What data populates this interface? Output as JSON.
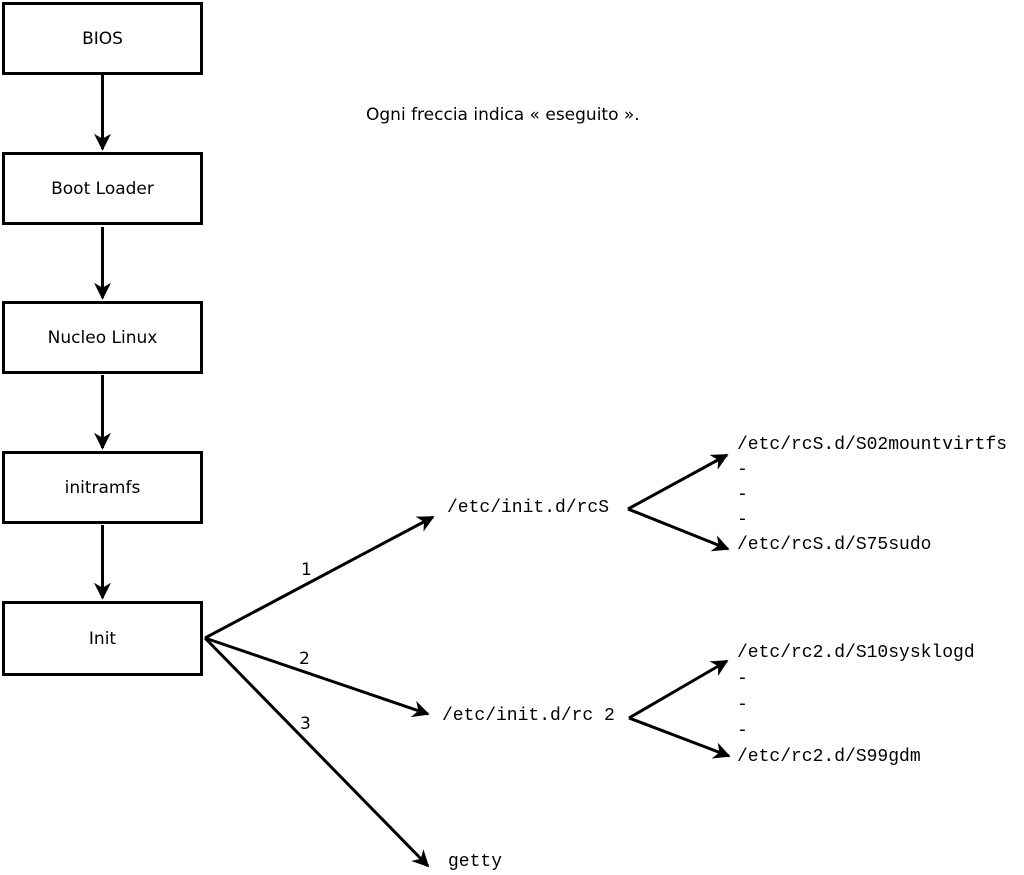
{
  "diagram": {
    "caption": "Ogni freccia indica « eseguito ».",
    "colors": {
      "ink": "#000000",
      "background": "#ffffff"
    },
    "boxes": [
      {
        "label": "BIOS"
      },
      {
        "label": "Boot Loader"
      },
      {
        "label": "Nucleo Linux"
      },
      {
        "label": "initramfs"
      },
      {
        "label": "Init"
      }
    ],
    "branches": [
      {
        "number": "1",
        "target": "/etc/init.d/rcS",
        "children": [
          "/etc/rcS.d/S02mountvirtfs",
          "-",
          "-",
          "-",
          "/etc/rcS.d/S75sudo"
        ]
      },
      {
        "number": "2",
        "target": "/etc/init.d/rc 2",
        "children": [
          "/etc/rc2.d/S10sysklogd",
          "-",
          "-",
          "-",
          "/etc/rc2.d/S99gdm"
        ]
      },
      {
        "number": "3",
        "target": "getty",
        "children": []
      }
    ]
  }
}
